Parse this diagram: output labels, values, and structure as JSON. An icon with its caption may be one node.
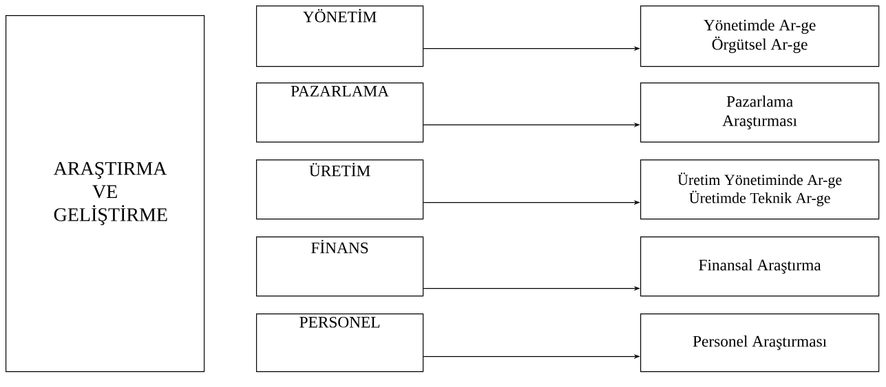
{
  "diagram": {
    "nodes": [
      {
        "text": [
          "ARAŞTIRMA VE GELİŞTİRME"
        ]
      },
      {
        "text": [
          "YÖNETİM"
        ]
      },
      {
        "text": [
          "Yönetimde Ar-ge",
          "Örgütsel Ar-ge"
        ]
      },
      {
        "text": [
          "PAZARLAMA"
        ]
      },
      {
        "text": [
          "Pazarlama Araştırması"
        ]
      },
      {
        "text": [
          "ÜRETİM"
        ]
      },
      {
        "text": [
          "Üretim Yönetiminde Ar-ge",
          "Üretimde Teknik Ar-ge"
        ]
      },
      {
        "text": [
          "FİNANS"
        ]
      },
      {
        "text": [
          "Finansal Araştırma"
        ]
      },
      {
        "text": [
          "PERSONEL"
        ]
      },
      {
        "text": [
          "Personel Araştırması"
        ]
      }
    ],
    "edges": [
      {
        "from": 1,
        "to": 2,
        "arrow": "to"
      },
      {
        "from": 3,
        "to": 4,
        "arrow": "to"
      },
      {
        "from": 5,
        "to": 6,
        "arrow": "to"
      },
      {
        "from": 7,
        "to": 8,
        "arrow": "to"
      },
      {
        "from": 9,
        "to": 10,
        "arrow": "to"
      }
    ]
  }
}
